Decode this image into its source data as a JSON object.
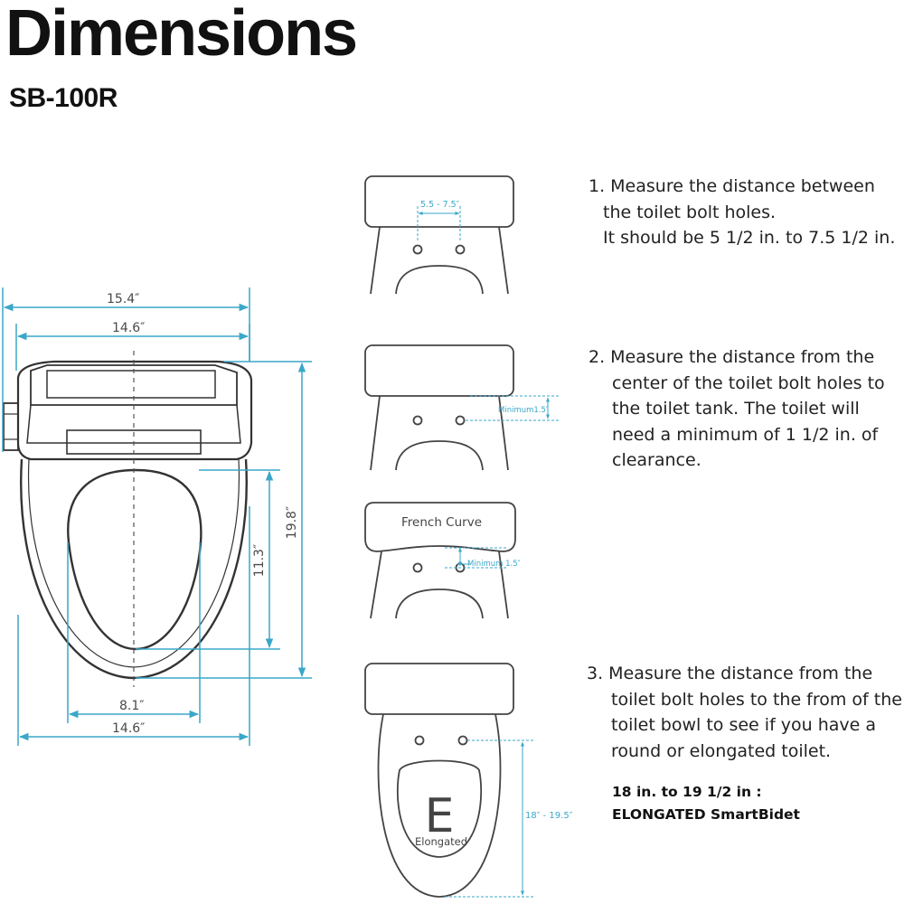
{
  "header": {
    "title": "Dimensions",
    "model": "SB-100R"
  },
  "main_diagram": {
    "overall_width": "15.4″",
    "inner_width_top": "14.6″",
    "overall_length": "19.8″",
    "opening_length": "11.3″",
    "opening_width": "8.1″",
    "inner_width_bottom": "14.6″"
  },
  "step1": {
    "diagram_label": "5.5 - 7.5″",
    "lines": [
      "1. Measure the distance between",
      "the toilet bolt holes.",
      "It should be 5 1/2 in. to 7.5 1/2 in."
    ]
  },
  "step2": {
    "diagram_label": "Minimum1.5″",
    "french_curve_title": "French Curve",
    "french_curve_label": "Minimum 1.5″",
    "lines": [
      "2. Measure the distance from the",
      "center of the toilet bolt holes to",
      "the toilet tank. The toilet will",
      "need a minimum of 1 1/2 in. of",
      "clearance."
    ]
  },
  "step3": {
    "diagram_label": "18″ - 19.5″",
    "letter": "E",
    "letter_caption": "Elongated",
    "lines": [
      "3. Measure the distance from the",
      "toilet bolt holes to the from of the",
      "toilet bowl to see if you have a",
      "round or elongated toilet."
    ],
    "result_range": "18 in. to 19 1/2 in :",
    "result_type": "ELONGATED SmartBidet"
  }
}
